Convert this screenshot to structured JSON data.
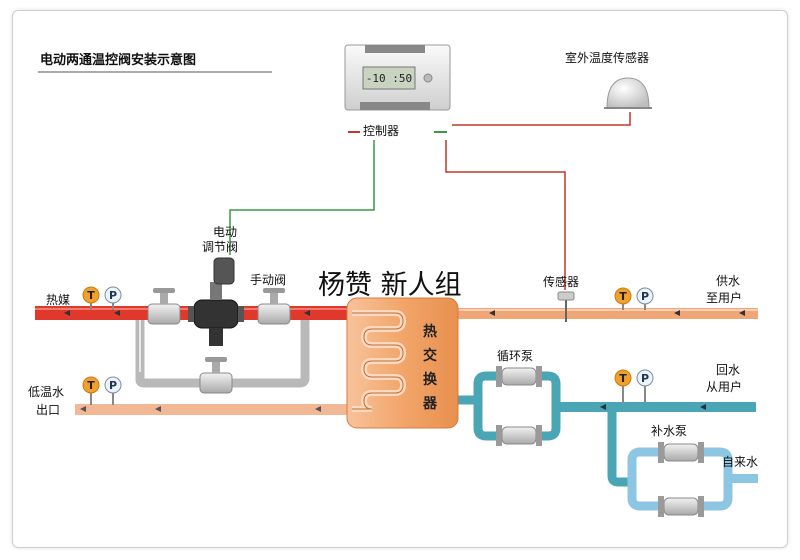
{
  "title": "电动两通温控阀安装示意图",
  "controller": {
    "label": "控制器",
    "display": "-10 :50"
  },
  "outdoor_sensor": "室外温度传感器",
  "valve": {
    "line1": "电动",
    "line2": "调节阀"
  },
  "manual_valve": "手动阀",
  "watermark": "杨赞 新人组",
  "sensor": "传感器",
  "heat_medium": "热媒",
  "supply": {
    "line1": "供水",
    "line2": "至用户"
  },
  "return": {
    "line1": "回水",
    "line2": "从用户"
  },
  "low_temp_outlet": {
    "line1": "低温水",
    "line2": "出口"
  },
  "heat_exchanger": [
    "热",
    "交",
    "换",
    "器"
  ],
  "circ_pump": "循环泵",
  "makeup_pump": "补水泵",
  "tap_water": "自来水",
  "gauge_t": "T",
  "gauge_p": "P",
  "colors": {
    "hot_pipe": "#e0382b",
    "warm_pipe": "#f0a677",
    "teal_pipe": "#4aa5b5",
    "return_pipe": "#f2b896",
    "exchanger": "#f2a56a",
    "wire_green": "#3c9a45",
    "wire_red": "#c0392b"
  }
}
